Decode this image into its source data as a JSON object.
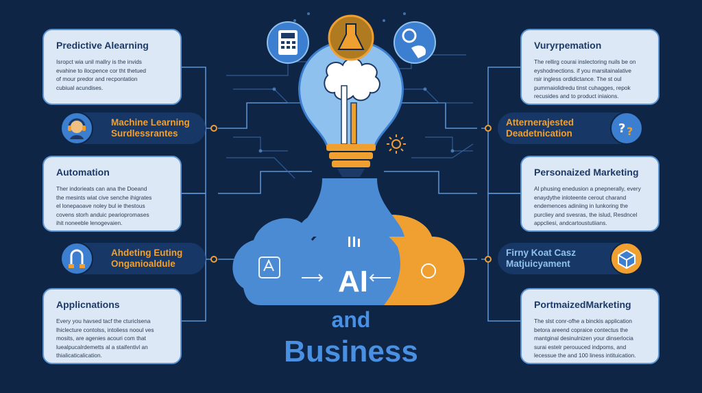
{
  "colors": {
    "background": "#0f2545",
    "card": "#dce8f6",
    "accent": "#f0a030",
    "blue": "#3c7fd0",
    "title": "#4a90e2"
  },
  "center": {
    "line1": "AI",
    "line2": "and",
    "line3": "Business"
  },
  "cards_left": [
    {
      "title": "Predictive Alearning",
      "body": [
        "Isropct wia unil mallry is the invids",
        "evahine to ilocpence cor tht thetued",
        "of mour predor and recpontation",
        "cubiual acundises."
      ]
    },
    {
      "title": "Automation",
      "body": [
        "Ther indorieats can ana the Doeand",
        "the mesints wiat cive senche ihigrates",
        "el lonepaoave noley bul ie thestous",
        "covens storh anduic peariopromases",
        "ihit noneeble lenogevaien."
      ]
    },
    {
      "title": "Applicnations",
      "body": [
        "Every you havsed tacf the cturiclsena",
        "lhiclecture contolss, intoliess nooul ves",
        "mosits, are agenies acouri com that",
        "luealpucalrdemetts al a staifentivl an",
        "thialicaticalication."
      ]
    }
  ],
  "cards_right": [
    {
      "title": "Vuryrpemation",
      "body": [
        "The rellirg courai inslectoring nuils be on",
        "eyshodnections. if you marsitainalative",
        "rsir ingless ordidictance. The st oul",
        "pumrnaiolidredu tinst cuhagges, repok",
        "recusides and to product iniaions."
      ]
    },
    {
      "title": "Personaized Marketing",
      "body": [
        "Al phusing enedusion a pnepnerally, every",
        "enaydythe inloteente cerout charand",
        "endemences adiniing in lunkoring the",
        "purcliey and svesras, the islud, Resdncel",
        "appcliesi, andcartoustutiians."
      ]
    },
    {
      "title": "PortmaizedMarketing",
      "body": [
        "The slst conr-ofhe a binckis application",
        "betora areend copraice contectus the",
        "mantginal desinulnizen your dinserlocia",
        "surai estelr perouuced indpoms, and",
        "lecessue the and 100 liness intituication."
      ]
    }
  ],
  "pills_left": [
    {
      "line1": "Machine Learning",
      "line2": "Surdlessrantes",
      "icon": "person-headset-icon"
    },
    {
      "line1": "Ahdeting Euting",
      "line2": "Onganioaldule",
      "icon": "robot-arm-icon"
    }
  ],
  "pills_right": [
    {
      "line1": "Atternerajested",
      "line2": "Deadetnication",
      "icon": "question-marks-icon"
    },
    {
      "line1": "Firny Koat Casz",
      "line2": "Matjuicyament",
      "icon": "cube-icon"
    }
  ],
  "icons": {
    "top_left": "calculator-icon",
    "top_center": "flask-icon",
    "top_right": "gear-speech-icon",
    "bulb": "lightbulb-brain-icon",
    "cloud": "cloud-icon"
  }
}
